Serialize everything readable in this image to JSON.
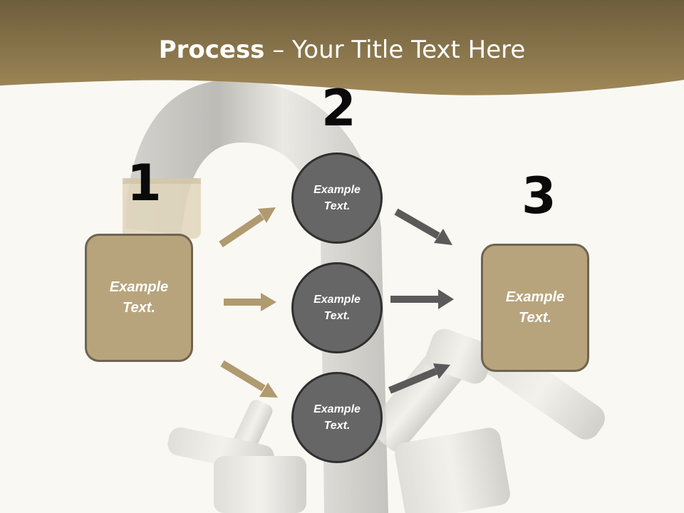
{
  "slide": {
    "title_bold": "Process",
    "title_rest": " – Your Title Text Here",
    "step1": {
      "number": "1",
      "text_line1": "Example",
      "text_line2": "Text."
    },
    "step2": {
      "number": "2",
      "circles": [
        {
          "line1": "Example",
          "line2": "Text."
        },
        {
          "line1": "Example",
          "line2": "Text."
        },
        {
          "line1": "Example",
          "line2": "Text."
        }
      ]
    },
    "step3": {
      "number": "3",
      "text_line1": "Example",
      "text_line2": "Text."
    }
  },
  "theme": {
    "header_color": "#8e7650",
    "box_fill": "#b8a47c",
    "box_border": "#6f6450",
    "circle_fill": "#666666",
    "circle_border": "#2f2f2f",
    "tan_arrow": "#b09a70",
    "dark_arrow": "#5a5a5a",
    "background": "#faf8f3"
  }
}
